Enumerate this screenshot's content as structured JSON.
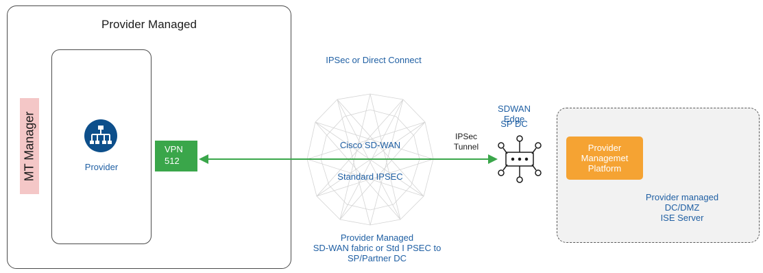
{
  "provider_managed": {
    "title": "Provider Managed"
  },
  "mt_manager": {
    "label": "MT Manager"
  },
  "provider": {
    "label": "Provider",
    "icon": "network-hierarchy-icon"
  },
  "vpn": {
    "line1": "VPN",
    "line2": "512"
  },
  "cloud": {
    "connection_label": "IPSec or Direct Connect",
    "sdwan_label": "Cisco SD-WAN",
    "ipsec_label": "Standard IPSEC",
    "caption_line1": "Provider Managed",
    "caption_line2": "SD-WAN fabric or Std I PSEC to",
    "caption_line3": "SP/Partner DC"
  },
  "tunnel": {
    "line1": "IPSec",
    "line2": "Tunnel"
  },
  "edge": {
    "line1": "SDWAN Edge",
    "line2": "SP DC",
    "icon": "router-icon"
  },
  "dc": {
    "platform_line1": "Provider",
    "platform_line2": "Managemet",
    "platform_line3": "Platform",
    "server_icon": "server-rack-icon",
    "caption_line1": "Provider managed",
    "caption_line2": "DC/DMZ",
    "caption_line3": "ISE Server"
  },
  "colors": {
    "green": "#3aa64a",
    "blue_text": "#1f5fa3",
    "orange": "#f5a333",
    "pink": "#f4c7c7",
    "navy": "#0d4f8b"
  }
}
